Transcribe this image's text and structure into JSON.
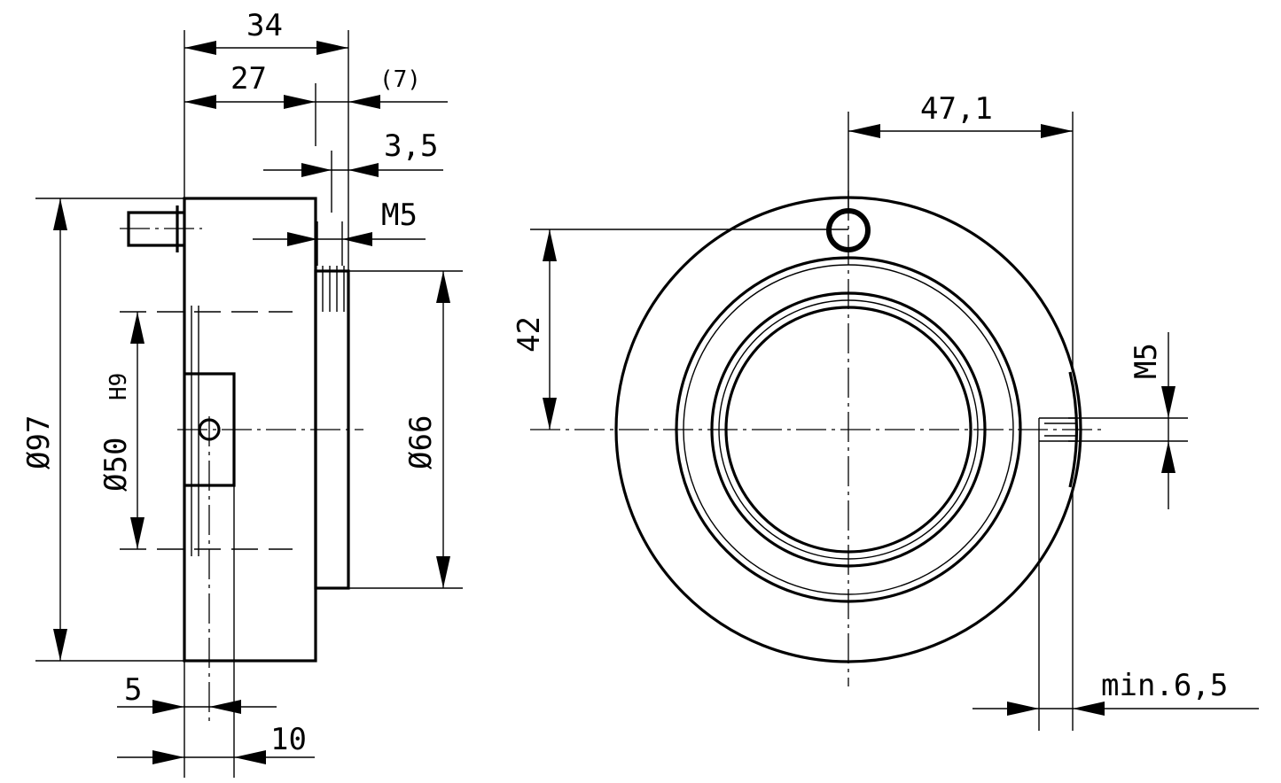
{
  "side_view": {
    "dims": {
      "overall_length": "34",
      "body_length": "27",
      "offset": "(7)",
      "spigot": "3,5",
      "thread": "M5",
      "diameter_outer": "Ø97",
      "bore": "Ø50",
      "bore_tolerance": "H9",
      "diameter_spigot": "Ø66",
      "pin_offset": "5",
      "pin_width": "10"
    }
  },
  "front_view": {
    "dims": {
      "hole_offset": "47,1",
      "vertical": "42",
      "thread": "M5",
      "min_depth": "min.6,5"
    }
  }
}
